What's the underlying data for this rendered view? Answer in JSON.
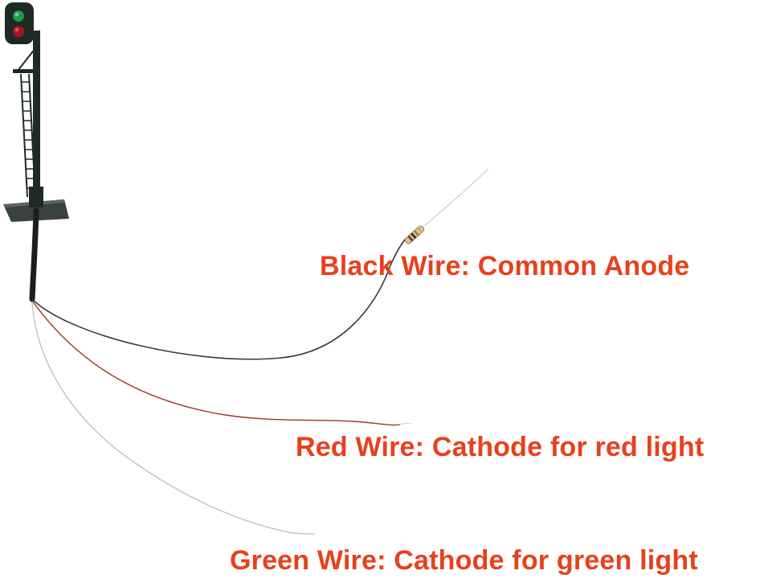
{
  "labels": {
    "black_wire": "Black Wire: Common Anode",
    "red_wire": "Red Wire: Cathode for red light",
    "green_wire": "Green Wire: Cathode for green light"
  },
  "colors": {
    "label_text": "#e8401c",
    "signal_body": "#1f2a24",
    "green_lamp": "#1f9a4a",
    "red_lamp": "#a8121a",
    "black_wire": "#3a3d33",
    "red_wire": "#9b3a2c",
    "green_wire": "#b9c8b6",
    "resistor_body": "#d8c39a"
  },
  "icons": {
    "signal": "railway-signal-icon",
    "resistor": "resistor-icon"
  }
}
